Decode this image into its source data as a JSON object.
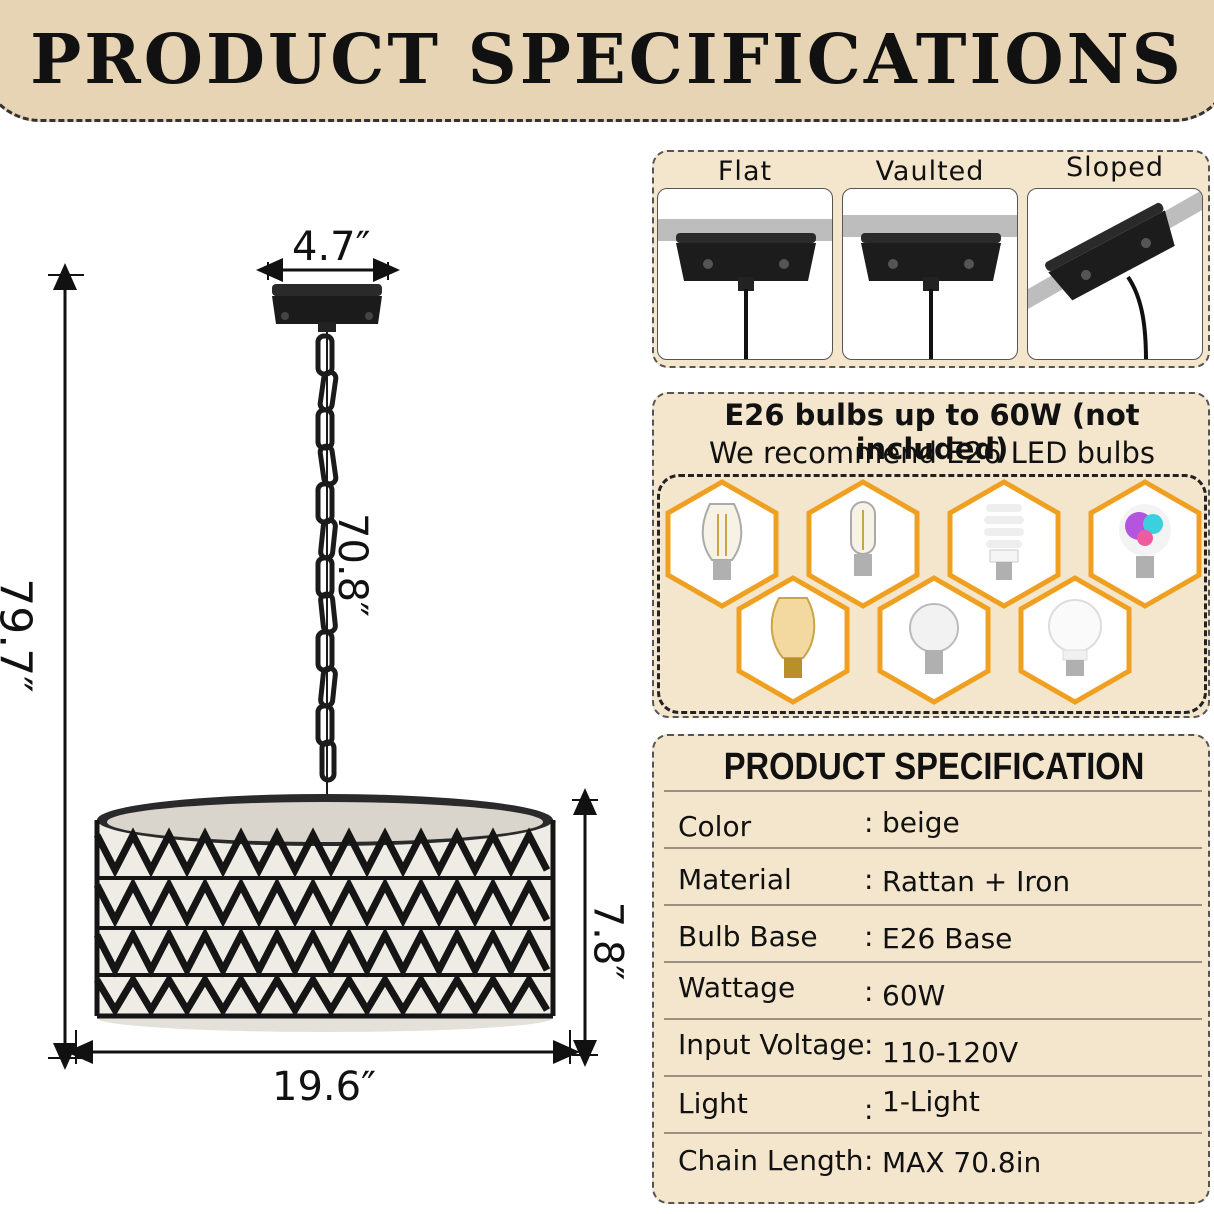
{
  "header": {
    "title": "PRODUCT SPECIFICATIONS"
  },
  "mounting": {
    "options": [
      {
        "label": "Flat"
      },
      {
        "label": "Vaulted"
      },
      {
        "label": "Sloped"
      }
    ]
  },
  "bulbs": {
    "line1": "E26 bulbs up to 60W (not included)",
    "line2": "We recommend E26 LED bulbs",
    "icons": [
      "edison-filament-bulb-icon",
      "tubular-filament-bulb-icon",
      "spiral-cfl-bulb-icon",
      "rgb-smart-bulb-icon",
      "vintage-edison-bulb-icon",
      "clear-a19-bulb-icon",
      "led-a19-bulb-icon"
    ],
    "hex_border_color": "#f0a020"
  },
  "spec": {
    "heading": "PRODUCT SPECIFICATION",
    "rows": [
      {
        "label": "Color",
        "colon": ":",
        "value": "beige"
      },
      {
        "label": "Material",
        "colon": ":",
        "value": "Rattan + Iron"
      },
      {
        "label": "Bulb Base",
        "colon": ":",
        "value": "E26 Base"
      },
      {
        "label": "Wattage",
        "colon": ":",
        "value": "60W"
      },
      {
        "label": "Input Voltage",
        "colon": ":",
        "value": "110-120V"
      },
      {
        "label": "Light",
        "colon": ":",
        "value": "1-Light"
      },
      {
        "label": "Chain Length",
        "colon": ":",
        "value": "MAX 70.8in"
      }
    ]
  },
  "dimensions": {
    "canopy_width": "4.7″",
    "total_height": "79.7″",
    "chain_length": "70.8″",
    "shade_height": "7.8″",
    "shade_width": "19.6″"
  },
  "colors": {
    "banner": "#e6d4b4",
    "panel": "#f4e6cc",
    "fixture": "#1b1b1b"
  }
}
